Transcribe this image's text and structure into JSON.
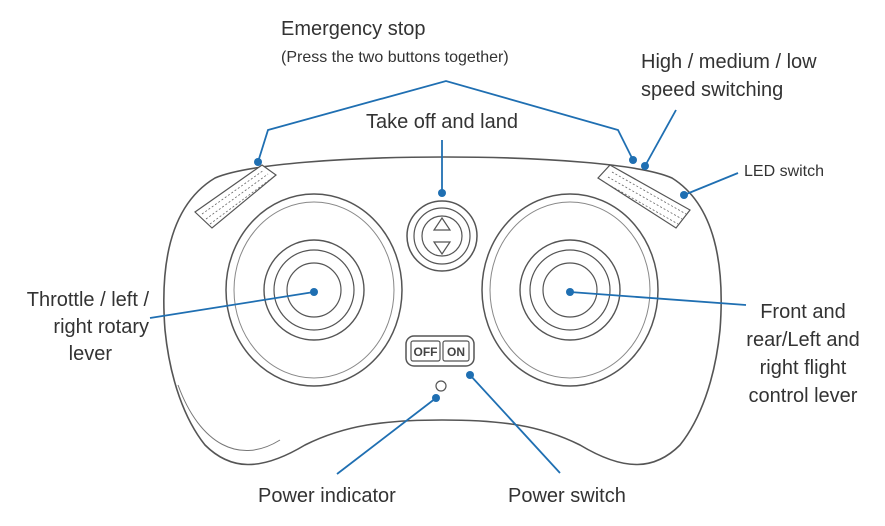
{
  "labels": {
    "emergency_stop": "Emergency stop",
    "emergency_stop_note": "(Press the two buttons together)",
    "speed_line1": "High / medium / low",
    "speed_line2": "speed switching",
    "led_switch": "LED switch",
    "takeoff_land": "Take off and land",
    "throttle_line1": "Throttle / left /",
    "throttle_line2": "right rotary",
    "throttle_line3": "lever",
    "flight_line1": "Front and",
    "flight_line2": "rear/Left and",
    "flight_line3": "right flight",
    "flight_line4": "control lever",
    "power_indicator": "Power indicator",
    "power_switch": "Power switch"
  },
  "switch": {
    "off": "OFF",
    "on": "ON"
  },
  "colors": {
    "leader": "#1f6fb2",
    "outline": "#555555",
    "text": "#333333"
  }
}
